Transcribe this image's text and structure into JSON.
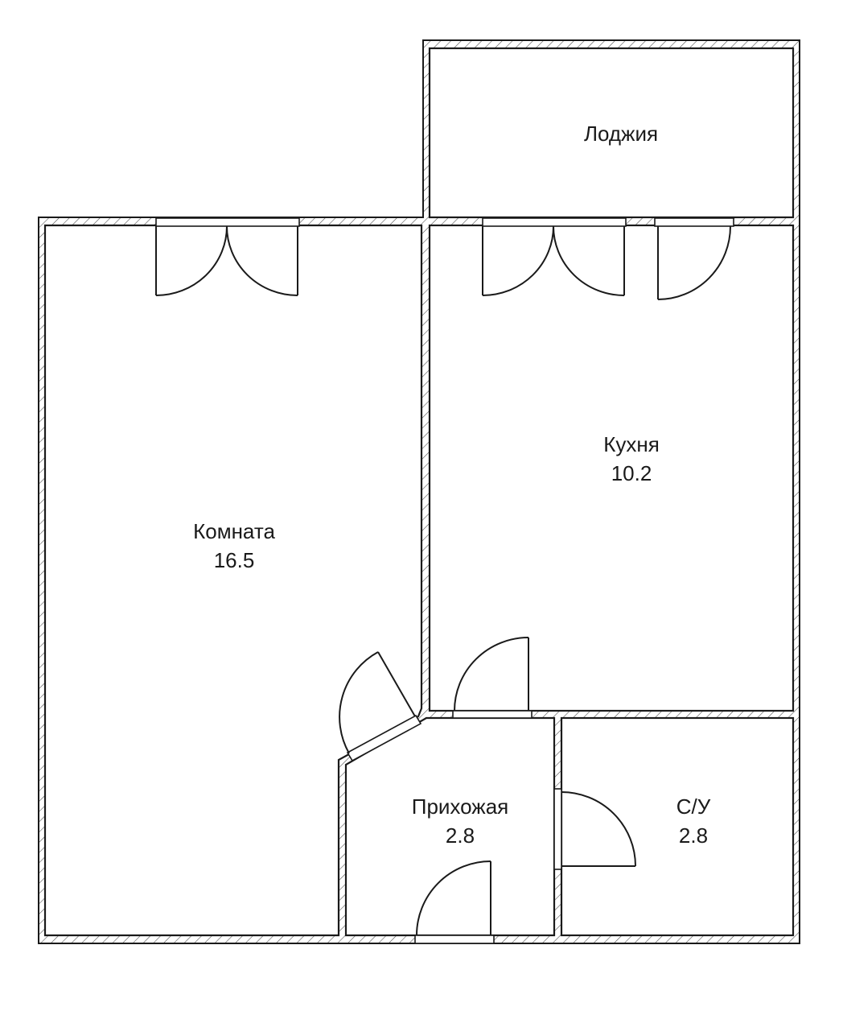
{
  "rooms": {
    "loggia": {
      "name": "Лоджия"
    },
    "kitchen": {
      "name": "Кухня",
      "area": "10.2"
    },
    "room": {
      "name": "Комната",
      "area": "16.5"
    },
    "hall": {
      "name": "Прихожая",
      "area": "2.8"
    },
    "bath": {
      "name": "С/У",
      "area": "2.8"
    }
  },
  "colors": {
    "line": "#1a1a1a",
    "background": "#ffffff"
  }
}
